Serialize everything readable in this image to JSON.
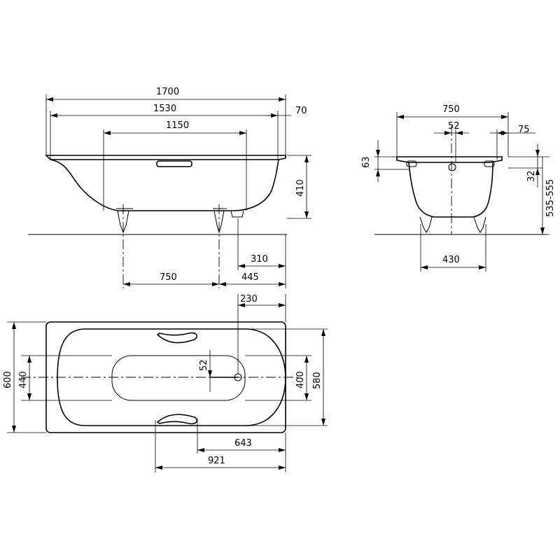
{
  "diagram": {
    "side_view": {
      "length_total": "1700",
      "length_inner": "1530",
      "length_bottom": "1150",
      "rim_right": "70",
      "height": "410",
      "leg_spacing": "750",
      "leg_right": "445",
      "drain_offset": "310"
    },
    "end_view": {
      "width_total": "750",
      "drain_offset": "52",
      "rim_right": "75",
      "rim_height": "63",
      "drain_height": "32",
      "total_height": "535-555",
      "leg_spacing": "430"
    },
    "top_view": {
      "width_total": "600",
      "width_inner": "580",
      "bottom_width": "440",
      "inner_bottom_width": "400",
      "drain_from_end": "230",
      "drain_offset": "52",
      "handle_position": "643",
      "handle_span": "921"
    }
  }
}
